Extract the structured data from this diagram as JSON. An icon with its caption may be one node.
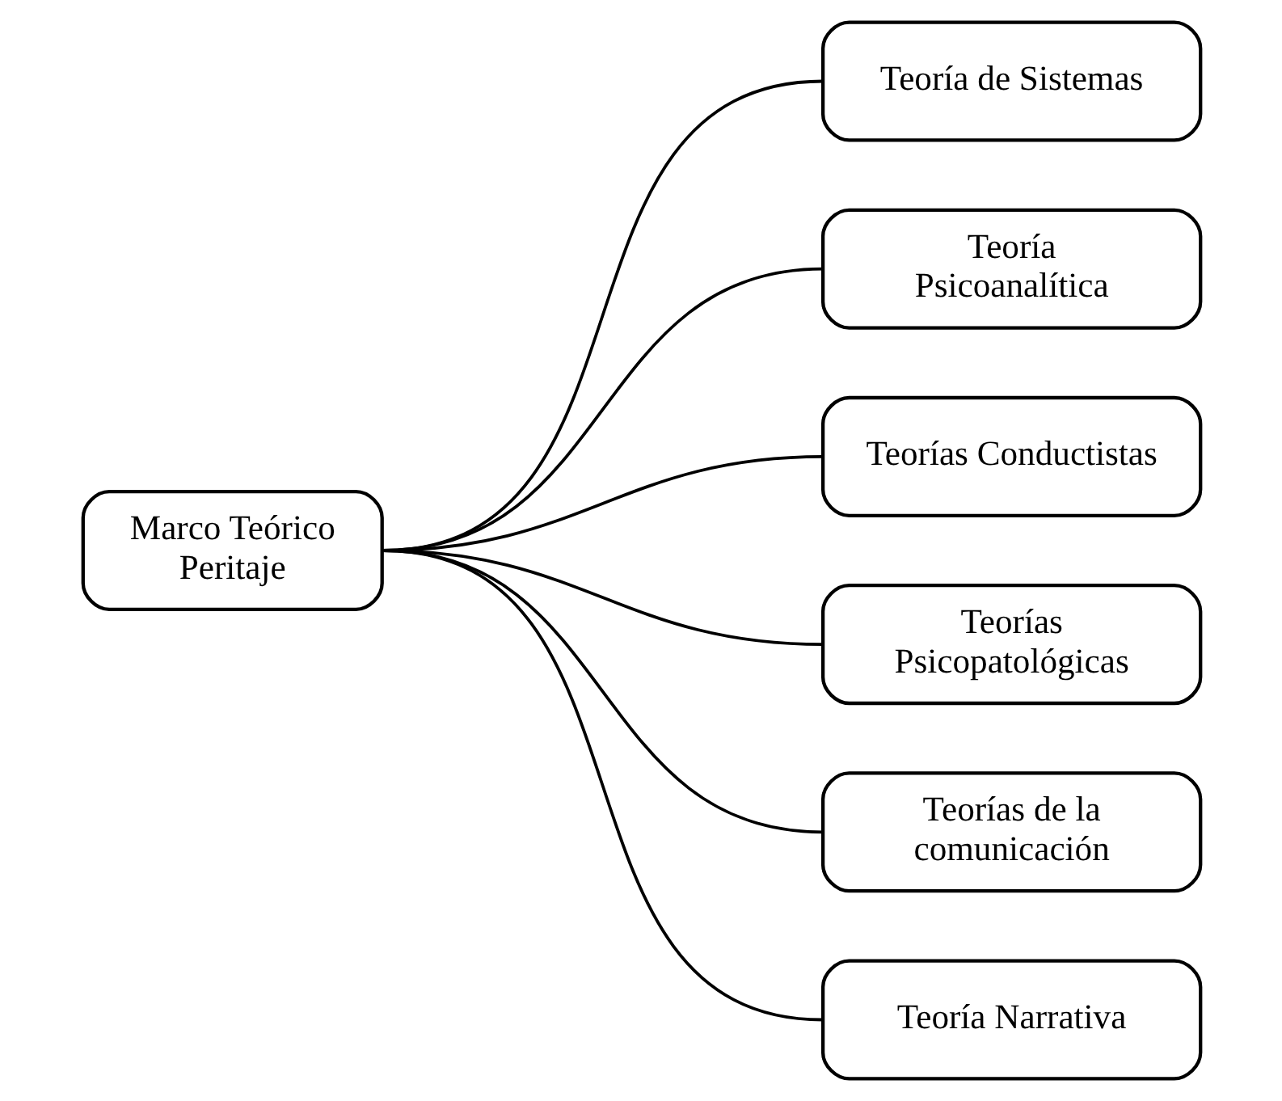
{
  "diagram": {
    "nodes": [
      {
        "text": [
          "Marco Teórico Peritaje"
        ]
      },
      {
        "text": [
          "Teoría de Sistemas"
        ]
      },
      {
        "text": [
          "Teoría Psicoanalítica"
        ]
      },
      {
        "text": [
          "Teorías Conductistas"
        ]
      },
      {
        "text": [
          "Teorías Psicopatológicas"
        ]
      },
      {
        "text": [
          "Teorías de la comunicación"
        ]
      },
      {
        "text": [
          "Teoría Narrativa"
        ]
      }
    ],
    "edges": [
      {
        "from": 0,
        "to": 1,
        "arrow": "none"
      },
      {
        "from": 0,
        "to": 2,
        "arrow": "none"
      },
      {
        "from": 0,
        "to": 3,
        "arrow": "none"
      },
      {
        "from": 0,
        "to": 4,
        "arrow": "none"
      },
      {
        "from": 0,
        "to": 5,
        "arrow": "none"
      },
      {
        "from": 0,
        "to": 6,
        "arrow": "none"
      }
    ]
  }
}
